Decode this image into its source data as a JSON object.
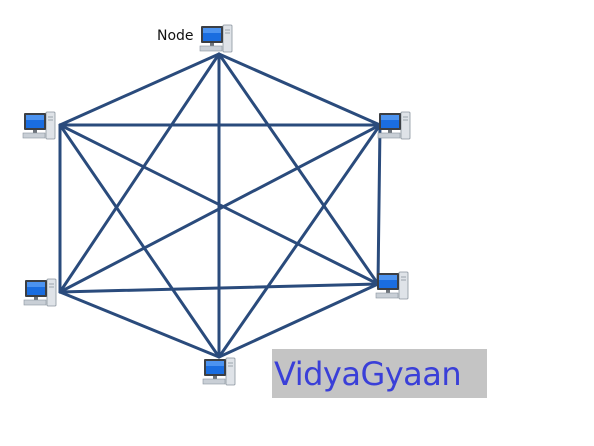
{
  "diagram": {
    "node_label": "Node",
    "watermark": "VidyaGyaan",
    "topology": "full-mesh",
    "node_count": 6,
    "icon": "desktop-computer-icon",
    "colors": {
      "link": "#2a4b7c",
      "monitor_screen": "#1565d8",
      "computer_case": "#c9cfd6",
      "watermark_bg": "#c4c4c4",
      "watermark_text": "#3a3fd8"
    }
  }
}
